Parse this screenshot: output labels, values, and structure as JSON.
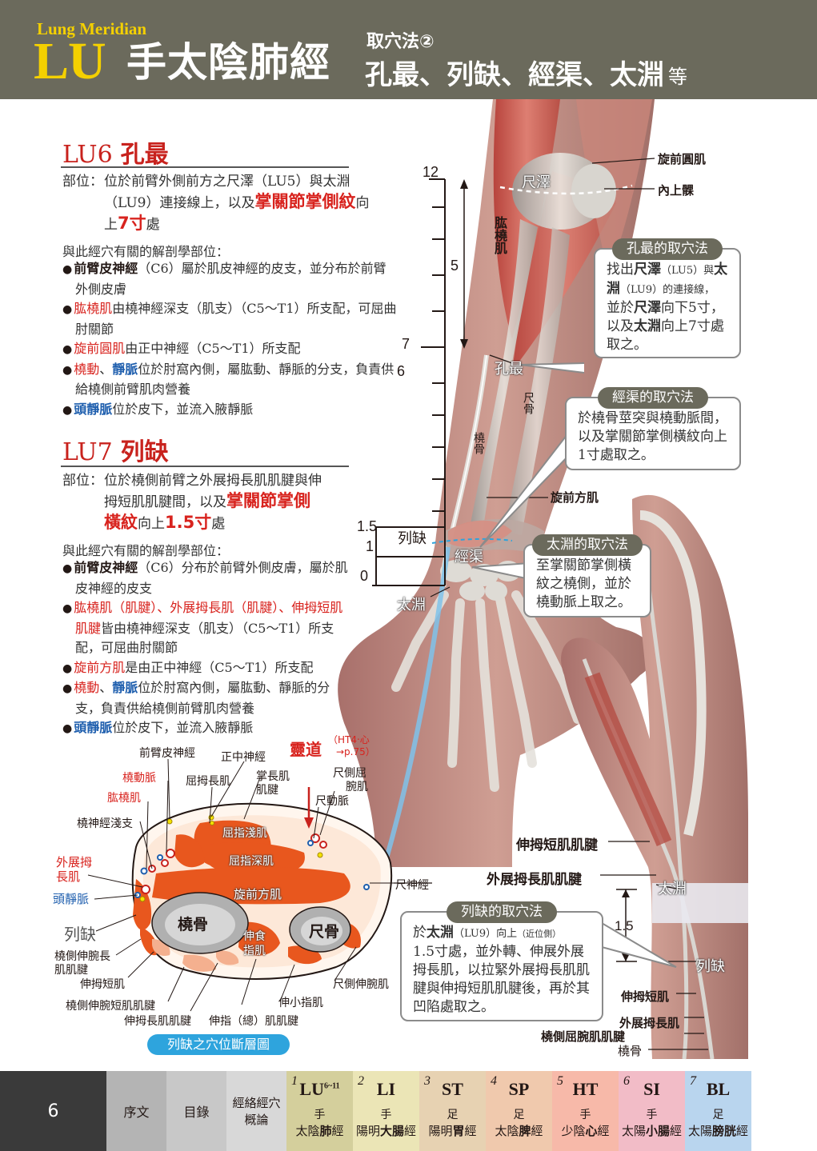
{
  "header": {
    "subtitle_en": "Lung Meridian",
    "code": "LU",
    "title": "手太陰肺經",
    "method": "取穴法②",
    "points": "孔最、列缺、經渠、太淵",
    "etc": "等"
  },
  "lu6": {
    "code": "LU6",
    "name": "孔最",
    "loc_label": "部位：",
    "loc_1": "位於前臂外側前方之尺澤（LU5）與太淵",
    "loc_2a": "（LU9）連接線上，以及",
    "loc_2b": "掌關節掌側紋",
    "loc_2c": "向",
    "loc_3a": "上",
    "loc_3b": "7寸",
    "loc_3c": "處",
    "anat_head": "與此經穴有關的解剖學部位：",
    "b1a": "前臂皮神經",
    "b1b": "（C6）屬於肌皮神經的皮支，並分布於前臂外側皮膚",
    "b2a": "肱橈肌",
    "b2b": "由橈神經深支（肌支）（C5～T1）所支配，可屈曲肘關節",
    "b3a": "旋前圓肌",
    "b3b": "由正中神經（C5～T1）所支配",
    "b4a": "橈動",
    "b4s": "、",
    "b4b": "靜脈",
    "b4c": "位於肘窩內側，屬肱動、靜脈的分支，負責供給橈側前臂肌肉營養",
    "b5a": "頭靜脈",
    "b5b": "位於皮下，並流入腋靜脈"
  },
  "lu7": {
    "code": "LU7",
    "name": "列缺",
    "loc_label": "部位：",
    "loc_1": "位於橈側前臂之外展拇長肌肌腱與伸",
    "loc_2a": "拇短肌肌腱間，以及",
    "loc_2b": "掌關節掌側",
    "loc_3a": "橫紋",
    "loc_3b": "向上",
    "loc_3c": "1.5寸",
    "loc_3d": "處",
    "anat_head": "與此經穴有關的解剖學部位：",
    "b1a": "前臂皮神經",
    "b1b": "（C6）分布於前臂外側皮膚，屬於肌皮神經的皮支",
    "b2a": "肱橈肌（肌腱）、外展拇長肌（肌腱）、伸拇短肌肌腱",
    "b2b": "皆由橈神經深支（肌支）（C5～T1）所支配，可屈曲肘關節",
    "b3a": "旋前方肌",
    "b3b": "是由正中神經（C5～T1）所支配",
    "b4a": "橈動",
    "b4s": "、",
    "b4b": "靜脈",
    "b4c": "位於肘窩內側，屬肱動、靜脈的分支，負責供給橈側前臂肌肉營養",
    "b5a": "頭靜脈",
    "b5b": "位於皮下，並流入腋靜脈"
  },
  "arm_labels": {
    "pronator_teres": "旋前圓肌",
    "medial_epicondyle": "內上髁",
    "chize": "尺澤",
    "brachioradialis": "肱橈肌",
    "kongzui": "孔最",
    "ulna": "尺骨",
    "radius": "橈骨",
    "pronator_quadratus": "旋前方肌",
    "lieque": "列缺",
    "jingqu": "經渠",
    "taiyuan": "太淵",
    "scale_12": "12",
    "scale_5": "5",
    "scale_7": "7",
    "scale_6": "6",
    "scale_15": "1.5",
    "scale_1": "1",
    "scale_0": "0"
  },
  "callouts": {
    "kongzui_title": "孔最的取穴法",
    "kongzui_1a": "找出",
    "kongzui_1b": "尺澤",
    "kongzui_1c": "（LU5）與",
    "kongzui_1d": "太",
    "kongzui_2a": "淵",
    "kongzui_2b": "（LU9）的連接線，",
    "kongzui_3a": "並於",
    "kongzui_3b": "尺澤",
    "kongzui_3c": "向下5寸，",
    "kongzui_4a": "以及",
    "kongzui_4b": "太淵",
    "kongzui_4c": "向上7寸處",
    "kongzui_5": "取之。",
    "jingqu_title": "經渠的取穴法",
    "jingqu_1": "於橈骨莖突與橈動脈間，",
    "jingqu_2": "以及掌關節掌側橫紋向上",
    "jingqu_3": "1寸處取之。",
    "taiyuan_title": "太淵的取穴法",
    "taiyuan_1": "至掌關節掌側橫",
    "taiyuan_2": "紋之橈側，並於",
    "taiyuan_3": "橈動脈上取之。",
    "lieque_title": "列缺的取穴法",
    "lieque_1a": "於",
    "lieque_1b": "太淵",
    "lieque_1c": "（LU9）向上",
    "lieque_1d": "（近位側）",
    "lieque_2": "1.5寸處，並外轉、伸展外展",
    "lieque_3": "拇長肌，以拉緊外展拇長肌肌",
    "lieque_4": "腱與伸拇短肌肌腱後，再於其",
    "lieque_5": "凹陷處取之。"
  },
  "hand_labels": {
    "epb_tendon": "伸拇短肌肌腱",
    "apl_tendon": "外展拇長肌肌腱",
    "taiyuan": "太淵",
    "dist": "1.5",
    "lieque": "列缺",
    "epb": "伸拇短肌",
    "apl": "外展拇長肌",
    "fcr_tendon": "橈側屈腕肌肌腱",
    "radius": "橈骨"
  },
  "cross_section": {
    "forearm_cutaneous": "前臂皮神經",
    "median_nerve": "正中神經",
    "lingdao": "靈道",
    "lingdao_ref_1": "（HT4‧心",
    "lingdao_ref_2": "→p.75）",
    "radial_artery": "橈動脈",
    "fpl": "屈拇長肌",
    "palmaris_longus_1": "掌長肌",
    "palmaris_longus_2": "肌腱",
    "fcu_1": "尺側屈",
    "fcu_2": "腕肌",
    "ulnar_artery": "尺動脈",
    "brachioradialis": "肱橈肌",
    "superficial_radial_nerve": "橈神經淺支",
    "fds": "屈指淺肌",
    "fdp": "屈指深肌",
    "apl_1": "外展拇",
    "apl_2": "長肌",
    "cephalic_vein": "頭靜脈",
    "pronator_quadratus": "旋前方肌",
    "ulnar_nerve": "尺神經",
    "lieque": "列缺",
    "radius": "橈骨",
    "ulna": "尺骨",
    "eip_1": "伸食",
    "eip_2": "指肌",
    "ecrl_1": "橈側伸腕長",
    "ecrl_2": "肌肌腱",
    "epb": "伸拇短肌",
    "ecu": "尺側伸腕肌",
    "ecrb": "橈側伸腕短肌肌腱",
    "edm": "伸小指肌",
    "epl": "伸拇長肌肌腱",
    "ed": "伸指（總）肌肌腱",
    "caption": "列缺之穴位斷層圖"
  },
  "footer": {
    "page": "6",
    "tabs": [
      {
        "label": "序文"
      },
      {
        "label": "目錄"
      },
      {
        "label1": "經絡經穴",
        "label2": "概論"
      },
      {
        "num": "1",
        "code": "LU",
        "sup": "6~11",
        "side": "手",
        "name_a": "太陰",
        "name_b": "肺",
        "name_c": "經"
      },
      {
        "num": "2",
        "code": "LI",
        "side": "手",
        "name_a": "陽明",
        "name_b": "大腸",
        "name_c": "經"
      },
      {
        "num": "3",
        "code": "ST",
        "side": "足",
        "name_a": "陽明",
        "name_b": "胃",
        "name_c": "經"
      },
      {
        "num": "4",
        "code": "SP",
        "side": "足",
        "name_a": "太陰",
        "name_b": "脾",
        "name_c": "經"
      },
      {
        "num": "5",
        "code": "HT",
        "side": "手",
        "name_a": "少陰",
        "name_b": "心",
        "name_c": "經"
      },
      {
        "num": "6",
        "code": "SI",
        "side": "手",
        "name_a": "太陽",
        "name_b": "小腸",
        "name_c": "經"
      },
      {
        "num": "7",
        "code": "BL",
        "side": "足",
        "name_a": "太陽",
        "name_b": "膀胱",
        "name_c": "經"
      }
    ]
  },
  "colors": {
    "header_bg": "#6b6a5c",
    "header_accent": "#f4d000",
    "red_text": "#d8231e",
    "blue_text": "#1f5fae",
    "caption_blue": "#2ea4dd",
    "footer_dark": "#3a3a3a",
    "tab_gray1": "#b4b4b4",
    "tab_gray2": "#c8c8c8",
    "tab_gray3": "#d8d8d8",
    "tab_lu": "#d4cf9c",
    "tab_li": "#ebe5b6",
    "tab_st": "#e7d2b2",
    "tab_sp": "#f0c9ad",
    "tab_ht": "#f7b9a9",
    "tab_si": "#f2bcc7",
    "tab_bl": "#b9d5ee"
  }
}
